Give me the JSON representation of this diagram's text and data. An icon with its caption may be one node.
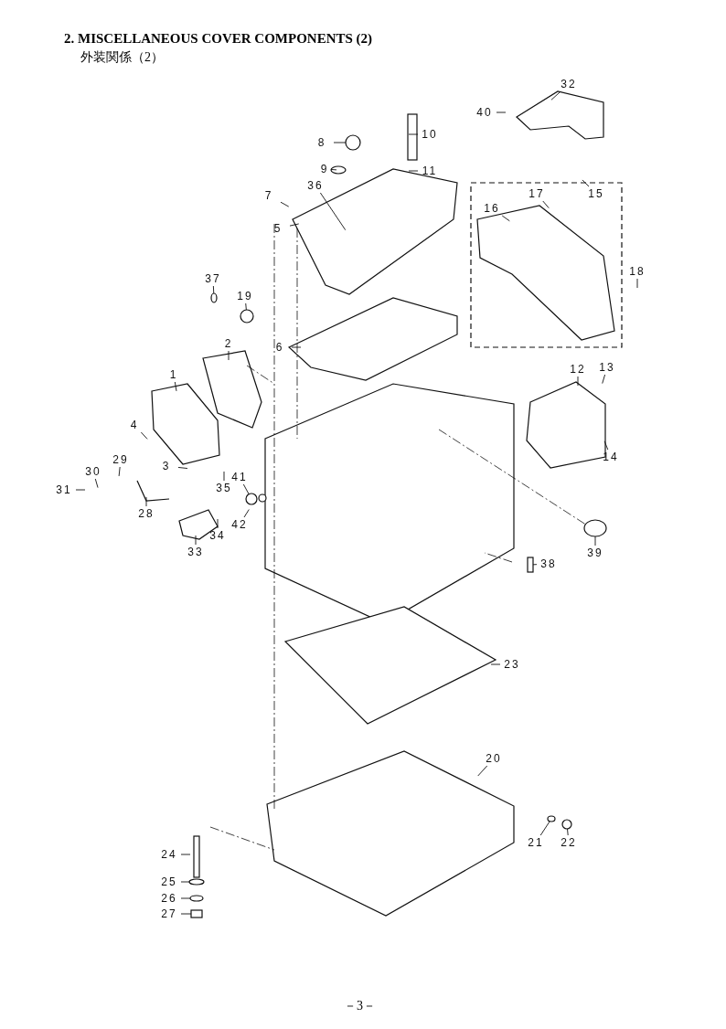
{
  "diagram": {
    "title": "2. MISCELLANEOUS COVER COMPONENTS (2)",
    "nodes": [
      {
        "text": [
          "32"
        ]
      },
      {
        "text": [
          "40"
        ]
      },
      {
        "text": [
          "10"
        ]
      },
      {
        "text": [
          "8"
        ]
      },
      {
        "text": [
          "9"
        ]
      },
      {
        "text": [
          "11"
        ]
      },
      {
        "text": [
          "7"
        ]
      },
      {
        "text": [
          "17"
        ]
      },
      {
        "text": [
          "15"
        ]
      },
      {
        "text": [
          "16"
        ]
      },
      {
        "text": [
          "36"
        ]
      },
      {
        "text": [
          "5"
        ]
      },
      {
        "text": [
          "18"
        ]
      },
      {
        "text": [
          "37"
        ]
      },
      {
        "text": [
          "19"
        ]
      },
      {
        "text": [
          "6"
        ]
      },
      {
        "text": [
          "2"
        ]
      },
      {
        "text": [
          "12"
        ]
      },
      {
        "text": [
          "13"
        ]
      },
      {
        "text": [
          "1"
        ]
      },
      {
        "text": [
          "4"
        ]
      },
      {
        "text": [
          "14"
        ]
      },
      {
        "text": [
          "3"
        ]
      },
      {
        "text": [
          "29"
        ]
      },
      {
        "text": [
          "30"
        ]
      },
      {
        "text": [
          "41"
        ]
      },
      {
        "text": [
          "31"
        ]
      },
      {
        "text": [
          "35"
        ]
      },
      {
        "text": [
          "28"
        ]
      },
      {
        "text": [
          "34"
        ]
      },
      {
        "text": [
          "42"
        ]
      },
      {
        "text": [
          "33"
        ]
      },
      {
        "text": [
          "39"
        ]
      },
      {
        "text": [
          "38"
        ]
      },
      {
        "text": [
          "23"
        ]
      },
      {
        "text": [
          "20"
        ]
      },
      {
        "text": [
          "21"
        ]
      },
      {
        "text": [
          "22"
        ]
      },
      {
        "text": [
          "24"
        ]
      },
      {
        "text": [
          "25"
        ]
      },
      {
        "text": [
          "26"
        ]
      },
      {
        "text": [
          "27"
        ]
      },
      {
        "text": [],
        "shape": "circle"
      },
      {
        "text": [],
        "shape": "circle"
      },
      {
        "text": [],
        "shape": "circle"
      },
      {
        "text": [],
        "shape": "circle"
      },
      {
        "text": [],
        "shape": "circle"
      },
      {
        "text": [],
        "shape": "circle"
      },
      {
        "text": [],
        "shape": "bar"
      },
      {
        "text": [],
        "shape": "circle"
      },
      {
        "text": [],
        "shape": "circle"
      },
      {
        "text": [],
        "shape": "circle"
      },
      {
        "text": [],
        "shape": "circle"
      },
      {
        "text": [],
        "shape": "box"
      }
    ],
    "edges": [
      {
        "from": 0,
        "to": null,
        "arrow": "none"
      },
      {
        "from": 1,
        "to": null,
        "arrow": "none"
      },
      {
        "from": 2,
        "to": null,
        "arrow": "none"
      },
      {
        "from": 3,
        "to": 42,
        "arrow": "none"
      },
      {
        "from": 4,
        "to": 43,
        "arrow": "none"
      },
      {
        "from": 5,
        "to": null,
        "arrow": "none"
      },
      {
        "from": 6,
        "to": null,
        "arrow": "none"
      },
      {
        "from": 7,
        "to": null,
        "arrow": "none"
      },
      {
        "from": 8,
        "to": null,
        "arrow": "none"
      },
      {
        "from": 9,
        "to": null,
        "arrow": "none"
      },
      {
        "from": 10,
        "to": null,
        "arrow": "none"
      },
      {
        "from": 11,
        "to": null,
        "arrow": "none"
      },
      {
        "from": 12,
        "to": null,
        "arrow": "none"
      },
      {
        "from": 13,
        "to": 44,
        "arrow": "none"
      },
      {
        "from": 14,
        "to": 45,
        "arrow": "none"
      },
      {
        "from": 15,
        "to": null,
        "arrow": "none"
      },
      {
        "from": 16,
        "to": null,
        "arrow": "none"
      },
      {
        "from": 17,
        "to": null,
        "arrow": "none"
      },
      {
        "from": 18,
        "to": null,
        "arrow": "none"
      },
      {
        "from": 19,
        "to": null,
        "arrow": "none"
      },
      {
        "from": 20,
        "to": null,
        "arrow": "none"
      },
      {
        "from": 21,
        "to": null,
        "arrow": "none"
      },
      {
        "from": 22,
        "to": null,
        "arrow": "none"
      },
      {
        "from": 23,
        "to": null,
        "arrow": "none"
      },
      {
        "from": 24,
        "to": null,
        "arrow": "none"
      },
      {
        "from": 25,
        "to": 46,
        "arrow": "none"
      },
      {
        "from": 26,
        "to": null,
        "arrow": "none"
      },
      {
        "from": 27,
        "to": null,
        "arrow": "none"
      },
      {
        "from": 28,
        "to": null,
        "arrow": "none"
      },
      {
        "from": 29,
        "to": null,
        "arrow": "none"
      },
      {
        "from": 30,
        "to": null,
        "arrow": "none"
      },
      {
        "from": 31,
        "to": null,
        "arrow": "none"
      },
      {
        "from": 32,
        "to": 47,
        "arrow": "none"
      },
      {
        "from": 33,
        "to": 48,
        "arrow": "none"
      },
      {
        "from": 34,
        "to": null,
        "arrow": "none"
      },
      {
        "from": 35,
        "to": null,
        "arrow": "none"
      },
      {
        "from": 36,
        "to": 49,
        "arrow": "none"
      },
      {
        "from": 37,
        "to": 50,
        "arrow": "none"
      },
      {
        "from": 38,
        "to": null,
        "arrow": "none"
      },
      {
        "from": 39,
        "to": 51,
        "arrow": "none"
      },
      {
        "from": 40,
        "to": 52,
        "arrow": "none"
      },
      {
        "from": 41,
        "to": 53,
        "arrow": "none"
      }
    ],
    "labels": [
      "外装関係（2）",
      "－3－"
    ]
  }
}
